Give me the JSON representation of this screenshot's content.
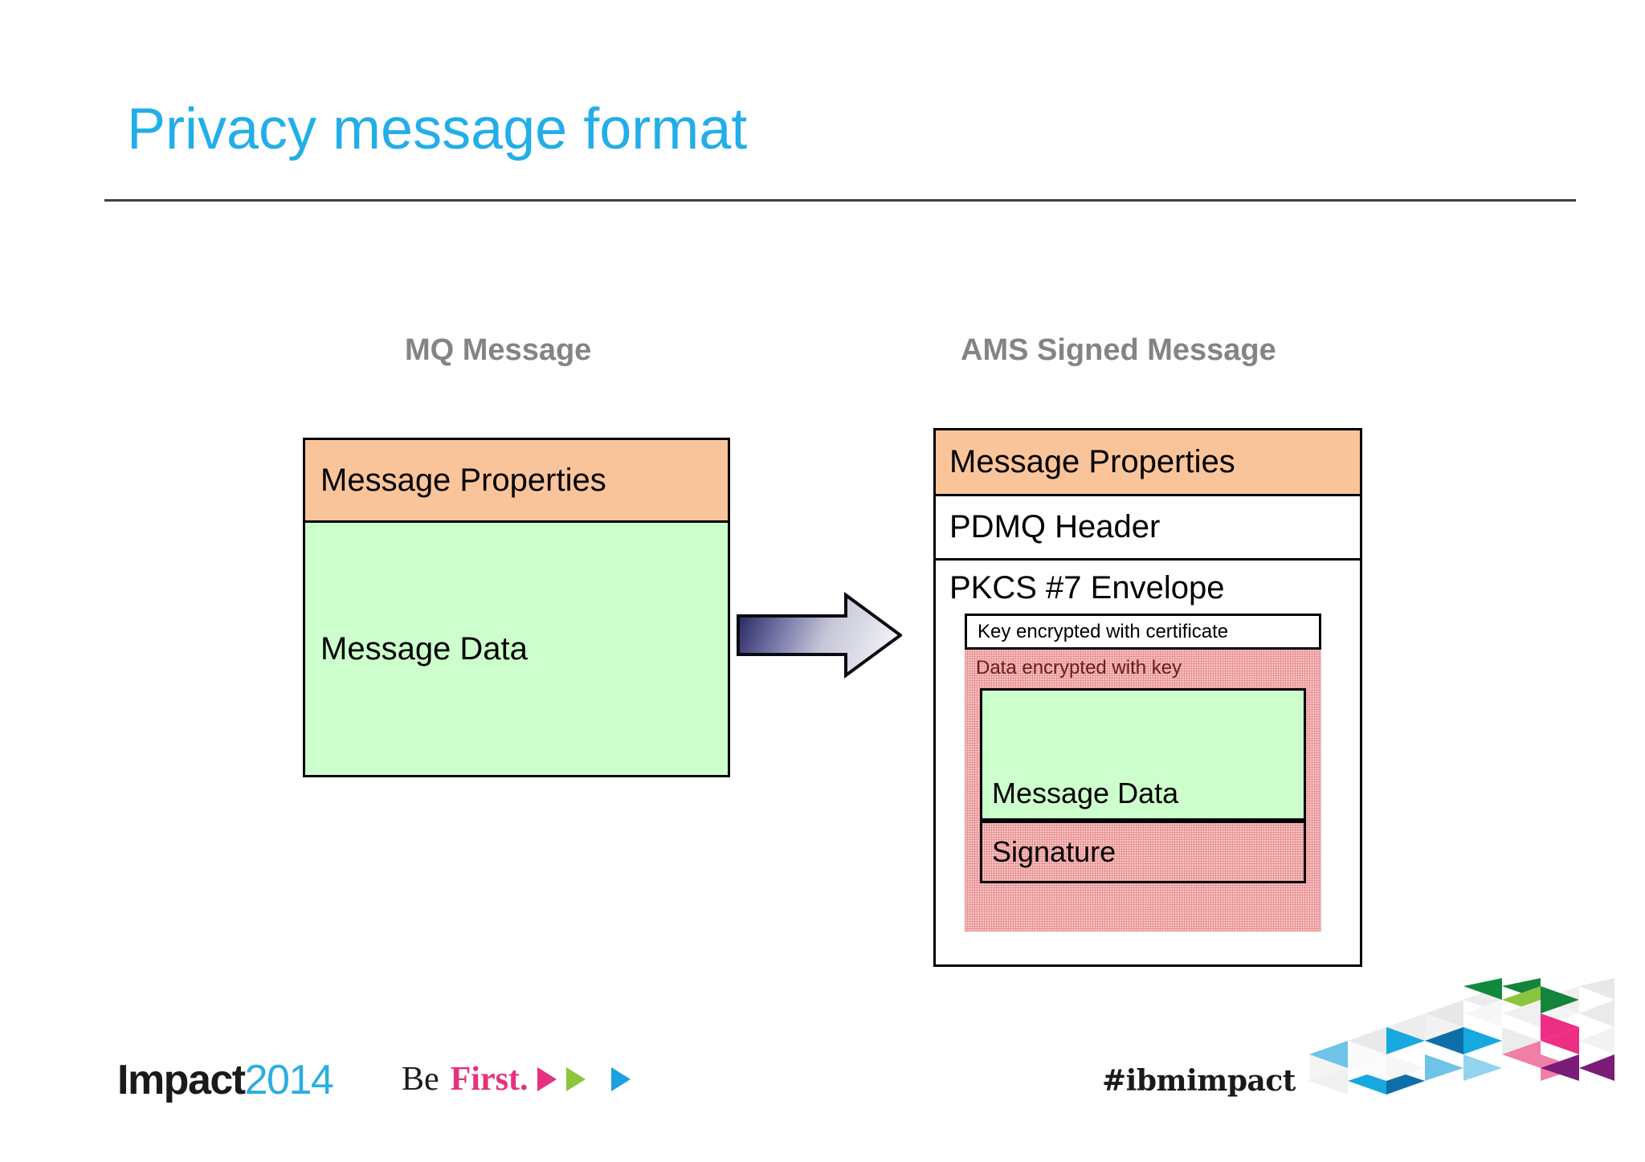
{
  "slide": {
    "title": "Privacy message format",
    "title_color": "#22AEE8",
    "background": "#FFFFFF"
  },
  "columns": {
    "left_caption": "MQ Message",
    "right_caption": "AMS Signed Message",
    "caption_color": "#848484"
  },
  "mq_message": {
    "properties_label": "Message Properties",
    "properties_color": "#FAC49A",
    "data_label": "Message Data",
    "data_color": "#CCFFCC"
  },
  "arrow": {
    "name": "transformation-arrow",
    "direction": "right",
    "gradient_from": "#2E2E66",
    "gradient_to": "#F2F2F7"
  },
  "ams_message": {
    "properties_label": "Message Properties",
    "properties_color": "#FAC49A",
    "pdmq_header_label": "PDMQ Header",
    "pkcs_envelope_label": "PKCS #7 Envelope",
    "key_encrypted_label": "Key encrypted with certificate",
    "data_encrypted_label": "Data encrypted with key",
    "data_encrypted_color": "#F7C6C6",
    "data_encrypted_text_color": "#6B1B1B",
    "inner_message_data_label": "Message Data",
    "inner_message_data_color": "#CCFFCC",
    "signature_label": "Signature"
  },
  "footer": {
    "brand_word": "Impact",
    "brand_year": "2014",
    "brand_word_color": "#1A1A1A",
    "brand_year_color": "#2BAEE2",
    "tagline_prefix": "Be",
    "tagline_emphasis": "First.",
    "tagline_emphasis_color": "#E6317E",
    "hashtag": "#ibmimpact",
    "chevron_colors": [
      "#E6317E",
      "#8CC63E",
      "#1BA0E1"
    ]
  }
}
